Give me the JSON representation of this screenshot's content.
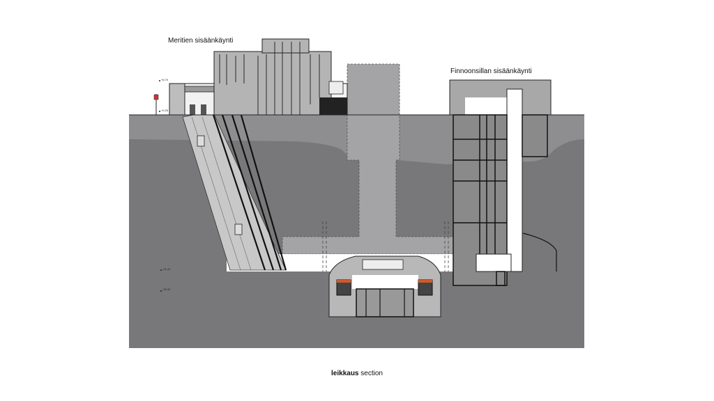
{
  "labels": {
    "left_entrance": "Meritien sisäänkäynti",
    "right_entrance": "Finnoonsillan sisäänkäynti"
  },
  "elevations": [
    "+6.70",
    "+0.25",
    "-21.20",
    "-25.30"
  ],
  "caption": {
    "bold": "leikkaus",
    "normal": "section"
  },
  "colors": {
    "rock": "#787879",
    "soil": "#8d8d8f",
    "shaft": "#a3a3a5",
    "concourse": "#ffffff",
    "train_accent": "#d05a2a"
  }
}
